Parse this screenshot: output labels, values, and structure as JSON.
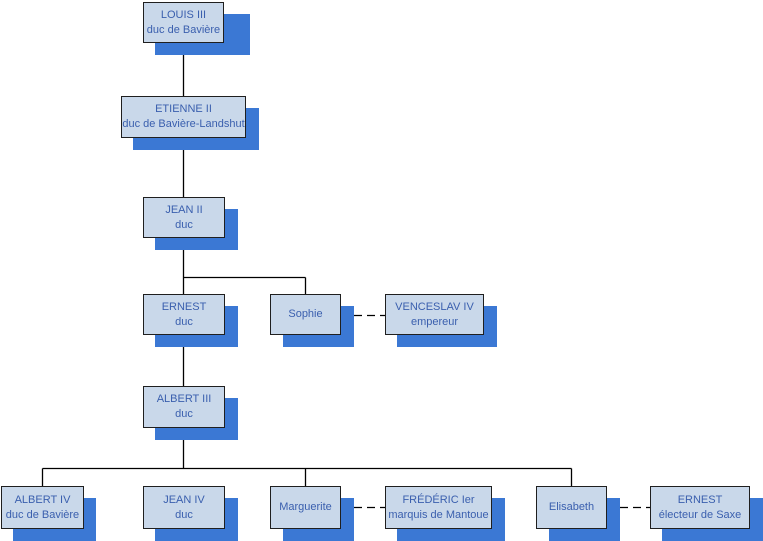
{
  "colors": {
    "box_fill": "#c9d8ea",
    "box_border": "#1f1f1f",
    "shadow": "#3b78d4",
    "text": "#3a5fae",
    "line": "#000000"
  },
  "people": {
    "louis3": {
      "name": "LOUIS III",
      "title": "duc de Bavière"
    },
    "etienne2": {
      "name": "ETIENNE II",
      "title": "duc de Bavière-Landshut"
    },
    "jean2": {
      "name": "JEAN II",
      "title": "duc"
    },
    "ernest": {
      "name": "ERNEST",
      "title": "duc"
    },
    "sophie": {
      "name": "Sophie",
      "title": ""
    },
    "venceslav4": {
      "name": "VENCESLAV IV",
      "title": "empereur"
    },
    "albert3": {
      "name": "ALBERT III",
      "title": "duc"
    },
    "albert4": {
      "name": "ALBERT IV",
      "title": "duc de Bavière"
    },
    "jean4": {
      "name": "JEAN IV",
      "title": "duc"
    },
    "marguerite": {
      "name": "Marguerite",
      "title": ""
    },
    "frederic1": {
      "name": "FRÉDÉRIC Ier",
      "title": "marquis de Mantoue"
    },
    "elisabeth": {
      "name": "Elisabeth",
      "title": ""
    },
    "ernest_saxe": {
      "name": "ERNEST",
      "title": "électeur de Saxe"
    }
  }
}
